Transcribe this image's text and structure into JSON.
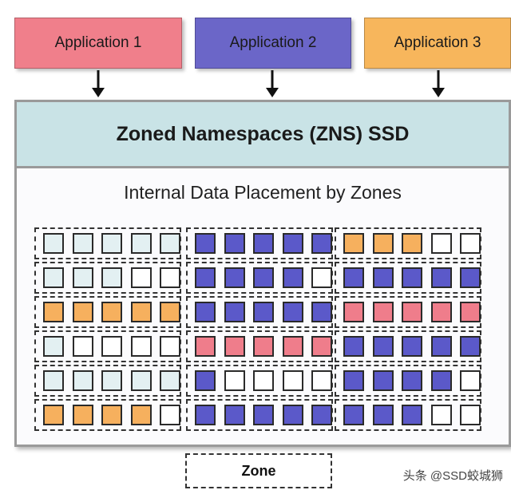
{
  "applications": [
    {
      "label": "Application 1",
      "color": "#f07f8b"
    },
    {
      "label": "Application 2",
      "color": "#6b66c8"
    },
    {
      "label": "Application 3",
      "color": "#f7b65c"
    }
  ],
  "ssd": {
    "title": "Zoned Namespaces (ZNS) SSD",
    "subtitle": "Internal Data Placement by Zones"
  },
  "block_colors": {
    "L": "#e3f0f2",
    "W": "#ffffff",
    "B": "#5b59c9",
    "O": "#f6b05e",
    "P": "#ef7d8b"
  },
  "zone_rows": [
    [
      "LLLLL",
      "BBBBB",
      "OOOWW"
    ],
    [
      "LLLWW",
      "BBBBW",
      "BBBBB"
    ],
    [
      "OOOOO",
      "BBBBB",
      "PPPPP"
    ],
    [
      "LWWWW",
      "PPPPP",
      "BBBBB"
    ],
    [
      "LLLLL",
      "BWWWW",
      "BBBBW"
    ],
    [
      "OOOOW",
      "BBBBB",
      "BBBWW"
    ]
  ],
  "legend": {
    "zone_label": "Zone"
  },
  "watermark": "头条 @SSD蛟城狮"
}
